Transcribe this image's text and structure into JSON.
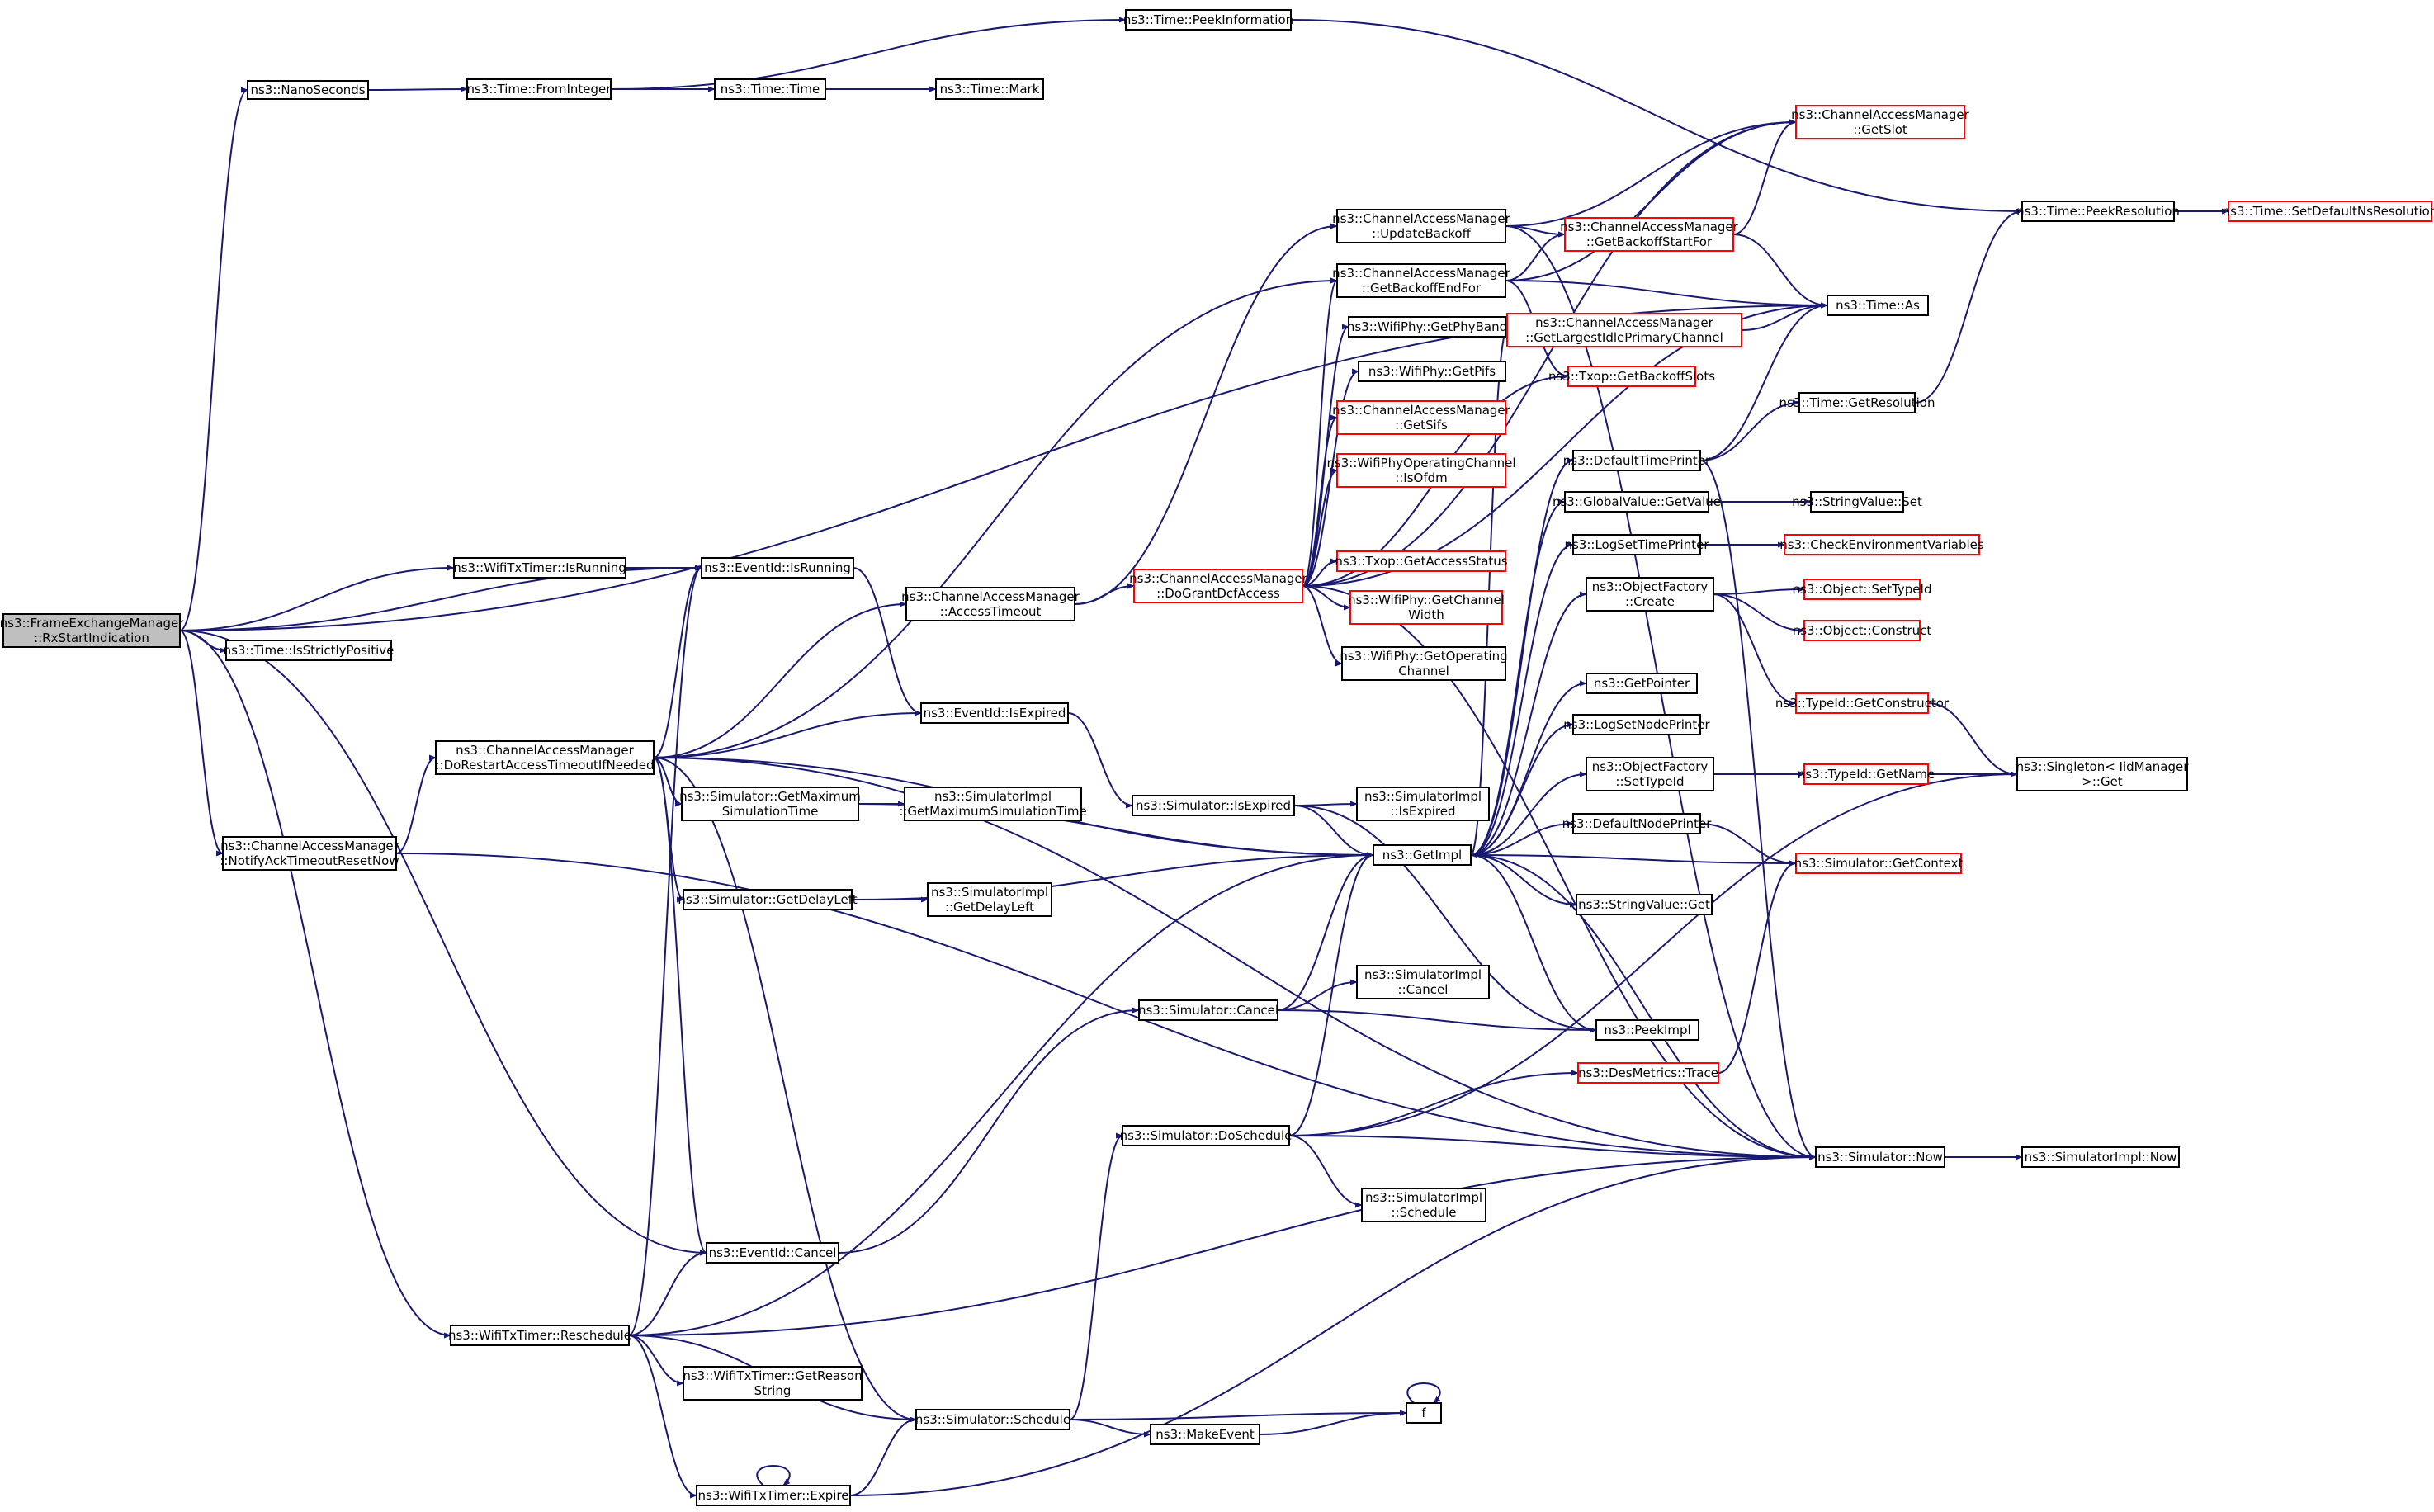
{
  "colors": {
    "edge": "#191970",
    "node_border": "#000000",
    "node_border_truncated": "#ff0000",
    "node_fill": "#ffffff",
    "root_fill": "#bfbfbf",
    "text": "#000000"
  },
  "nodes": {
    "rx_start": [
      "ns3::FrameExchangeManager",
      "::RxStartIndication"
    ],
    "nanoseconds": [
      "ns3::NanoSeconds"
    ],
    "from_integer": [
      "ns3::Time::FromInteger"
    ],
    "peek_information": [
      "ns3::Time::PeekInformation"
    ],
    "time_time": [
      "ns3::Time::Time"
    ],
    "time_mark": [
      "ns3::Time::Mark"
    ],
    "peek_resolution": [
      "ns3::Time::PeekResolution"
    ],
    "set_default_ns_resolution": [
      "ns3::Time::SetDefaultNsResolution"
    ],
    "get_slot": [
      "ns3::ChannelAccessManager",
      "::GetSlot"
    ],
    "update_backoff": [
      "ns3::ChannelAccessManager",
      "::UpdateBackoff"
    ],
    "get_backoff_start_for": [
      "ns3::ChannelAccessManager",
      "::GetBackoffStartFor"
    ],
    "get_backoff_end_for": [
      "ns3::ChannelAccessManager",
      "::GetBackoffEndFor"
    ],
    "time_as": [
      "ns3::Time::As"
    ],
    "get_phy_band": [
      "ns3::WifiPhy::GetPhyBand"
    ],
    "get_largest_idle": [
      "ns3::ChannelAccessManager",
      "::GetLargestIdlePrimaryChannel"
    ],
    "get_pifs": [
      "ns3::WifiPhy::GetPifs"
    ],
    "get_backoff_slots": [
      "ns3::Txop::GetBackoffSlots"
    ],
    "get_sifs": [
      "ns3::ChannelAccessManager",
      "::GetSifs"
    ],
    "get_resolution": [
      "ns3::Time::GetResolution"
    ],
    "is_ofdm": [
      "ns3::WifiPhyOperatingChannel",
      "::IsOfdm"
    ],
    "default_time_printer": [
      "ns3::DefaultTimePrinter"
    ],
    "global_value_get_value": [
      "ns3::GlobalValue::GetValue"
    ],
    "string_value_set": [
      "ns3::StringValue::Set"
    ],
    "log_set_time_printer": [
      "ns3::LogSetTimePrinter"
    ],
    "check_env_vars": [
      "ns3::CheckEnvironmentVariables"
    ],
    "wifi_tx_timer_is_running": [
      "ns3::WifiTxTimer::IsRunning"
    ],
    "event_id_is_running": [
      "ns3::EventId::IsRunning"
    ],
    "get_access_status": [
      "ns3::Txop::GetAccessStatus"
    ],
    "do_grant_dcf_access": [
      "ns3::ChannelAccessManager",
      "::DoGrantDcfAccess"
    ],
    "access_timeout": [
      "ns3::ChannelAccessManager",
      "::AccessTimeout"
    ],
    "object_factory_create": [
      "ns3::ObjectFactory",
      "::Create"
    ],
    "set_type_id": [
      "ns3::Object::SetTypeId"
    ],
    "get_channel_width": [
      "ns3::WifiPhy::GetChannel",
      "Width"
    ],
    "object_construct": [
      "ns3::Object::Construct"
    ],
    "is_strictly_positive": [
      "ns3::Time::IsStrictlyPositive"
    ],
    "get_operating_channel": [
      "ns3::WifiPhy::GetOperating",
      "Channel"
    ],
    "get_pointer": [
      "ns3::GetPointer"
    ],
    "get_constructor": [
      "ns3::TypeId::GetConstructor"
    ],
    "event_id_is_expired": [
      "ns3::EventId::IsExpired"
    ],
    "log_set_node_printer": [
      "ns3::LogSetNodePrinter"
    ],
    "do_restart_access_timeout": [
      "ns3::ChannelAccessManager",
      "::DoRestartAccessTimeoutIfNeeded"
    ],
    "object_factory_set_type_id": [
      "ns3::ObjectFactory",
      "::SetTypeId"
    ],
    "type_id_get_name": [
      "ns3::TypeId::GetName"
    ],
    "singleton_get": [
      "ns3::Singleton< IidManager",
      ">::Get"
    ],
    "simulator_is_expired": [
      "ns3::Simulator::IsExpired"
    ],
    "simulator_impl_is_expired": [
      "ns3::SimulatorImpl",
      "::IsExpired"
    ],
    "get_maximum_simulation_time": [
      "ns3::Simulator::GetMaximum",
      "SimulationTime"
    ],
    "impl_get_maximum_simulation_time": [
      "ns3::SimulatorImpl",
      "::GetMaximumSimulationTime"
    ],
    "default_node_printer": [
      "ns3::DefaultNodePrinter"
    ],
    "notify_ack_timeout": [
      "ns3::ChannelAccessManager",
      "::NotifyAckTimeoutResetNow"
    ],
    "get_impl": [
      "ns3::GetImpl"
    ],
    "simulator_get_context": [
      "ns3::Simulator::GetContext"
    ],
    "get_delay_left": [
      "ns3::Simulator::GetDelayLeft"
    ],
    "impl_get_delay_left": [
      "ns3::SimulatorImpl",
      "::GetDelayLeft"
    ],
    "string_value_get": [
      "ns3::StringValue::Get"
    ],
    "impl_cancel": [
      "ns3::SimulatorImpl",
      "::Cancel"
    ],
    "simulator_cancel": [
      "ns3::Simulator::Cancel"
    ],
    "peek_impl": [
      "ns3::PeekImpl"
    ],
    "des_metrics_trace": [
      "ns3::DesMetrics::Trace"
    ],
    "do_schedule": [
      "ns3::Simulator::DoSchedule"
    ],
    "simulator_now": [
      "ns3::Simulator::Now"
    ],
    "simulator_impl_now": [
      "ns3::SimulatorImpl::Now"
    ],
    "impl_schedule": [
      "ns3::SimulatorImpl",
      "::Schedule"
    ],
    "event_id_cancel": [
      "ns3::EventId::Cancel"
    ],
    "reschedule": [
      "ns3::WifiTxTimer::Reschedule"
    ],
    "get_reason_string": [
      "ns3::WifiTxTimer::GetReason",
      "String"
    ],
    "f": [
      "f"
    ],
    "simulator_schedule": [
      "ns3::Simulator::Schedule"
    ],
    "make_event": [
      "ns3::MakeEvent"
    ],
    "expire": [
      "ns3::WifiTxTimer::Expire"
    ]
  }
}
